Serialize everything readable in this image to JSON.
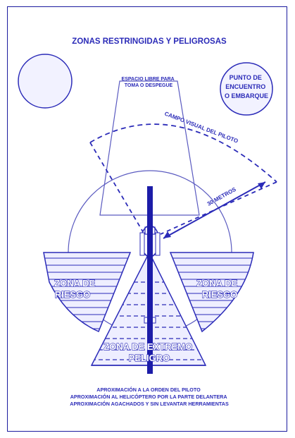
{
  "title": "ZONAS RESTRINGIDAS Y PELIGROSAS",
  "takeoff_space": [
    "ESPACIO LIBRE PARA",
    "TOMA O DESPEGUE"
  ],
  "meeting_point": [
    "PUNTO DE",
    "ENCUENTRO",
    "O EMBARQUE"
  ],
  "pilot_view": "CAMPO VISUAL DEL PILOTO",
  "distance": "30 METROS",
  "risk_left": [
    "ZONA DE",
    "RIESGO"
  ],
  "risk_right": [
    "ZONA DE",
    "RIESGO"
  ],
  "extreme": [
    "ZONA DE EXTREMO",
    "PELIGRO"
  ],
  "instructions": [
    "APROXIMACIÓN A LA ORDEN DEL PILOTO",
    "APROXIMACIÓN AL HELICÓPTERO POR LA PARTE DELANTERA",
    "APROXIMACIÓN AGACHADOS Y SIN LEVANTAR HERRAMIENTAS"
  ],
  "colors": {
    "ink": "#2b2bb8",
    "fill": "#e8e8ff",
    "pale": "#f2f2ff"
  }
}
